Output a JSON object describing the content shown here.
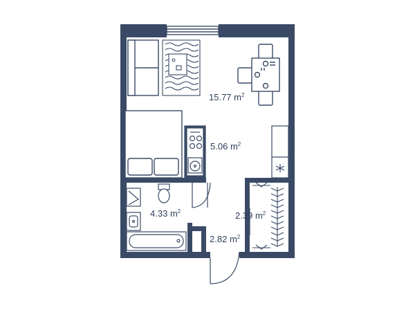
{
  "colors": {
    "wall": "#3a4a66",
    "furniture_stroke": "#3a4a66",
    "furniture_fill": "#ffffff",
    "text": "#2f3f5c"
  },
  "rooms": [
    {
      "name": "living-room",
      "area": "15.77",
      "unit": "m",
      "power": "2"
    },
    {
      "name": "kitchen",
      "area": "5.06",
      "unit": "m",
      "power": "2"
    },
    {
      "name": "bathroom",
      "area": "4.33",
      "unit": "m",
      "power": "2"
    },
    {
      "name": "wardrobe",
      "area": "2.39",
      "unit": "m",
      "power": "2"
    },
    {
      "name": "hallway",
      "area": "2.82",
      "unit": "m",
      "power": "2"
    }
  ],
  "icons": [
    "sofa-icon",
    "rug-icon",
    "dining-table-icon",
    "chair-icon",
    "bed-icon",
    "stove-icon",
    "sink-icon",
    "fridge-icon",
    "toilet-icon",
    "washbasin-icon",
    "bathtub-icon",
    "hanger-icon",
    "door-icon",
    "window-icon"
  ]
}
